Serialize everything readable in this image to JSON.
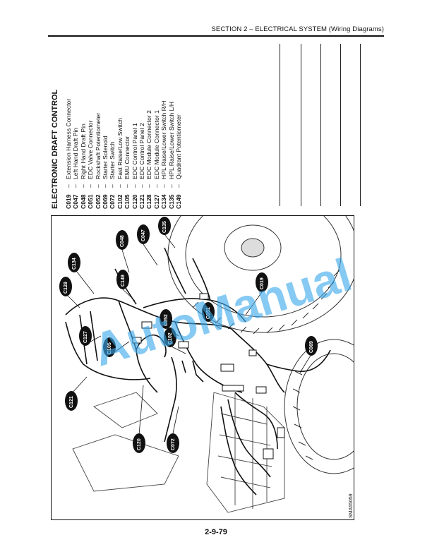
{
  "header": {
    "title": "SECTION 2 – ELECTRICAL SYSTEM (Wiring Diagrams)"
  },
  "legend": {
    "title": "ELECTRONIC DRAFT CONTROL",
    "items": [
      {
        "code": "C019",
        "desc": "Extension Harness Connector"
      },
      {
        "code": "C047",
        "desc": "Left Hand Draft Pin"
      },
      {
        "code": "C048",
        "desc": "Right Hand Draft Pin"
      },
      {
        "code": "C051",
        "desc": "EDC Valve Connector"
      },
      {
        "code": "C052",
        "desc": "Rockshaft Potentiometer"
      },
      {
        "code": "C069",
        "desc": "Starter Solenoid"
      },
      {
        "code": "C072",
        "desc": "Starter Switch"
      },
      {
        "code": "C102",
        "desc": "Fast Raise/Low Switch"
      },
      {
        "code": "C105",
        "desc": "EMU Connector"
      },
      {
        "code": "C120",
        "desc": "EDC Control Panel 1"
      },
      {
        "code": "C121",
        "desc": "EDC Control Panel 2"
      },
      {
        "code": "C128",
        "desc": "EDC Module Connector 2"
      },
      {
        "code": "C127",
        "desc": "EDC Module Connector 1"
      },
      {
        "code": "C134",
        "desc": "HPL Raise/Lower Switch R/H"
      },
      {
        "code": "C135",
        "desc": "HPL Raise/Lower Switch L/H"
      },
      {
        "code": "C149",
        "desc": "Quadrant Potentiometer"
      }
    ]
  },
  "figure": {
    "callouts": [
      "C134",
      "C128",
      "C048",
      "C149",
      "C047",
      "C135",
      "C019",
      "C127",
      "C105",
      "C052",
      "C051",
      "C102",
      "C069",
      "C121",
      "C120",
      "C072"
    ],
    "reference": "SMA55059"
  },
  "watermark": {
    "text": "AutoManual"
  },
  "page_number": "2-9-79"
}
